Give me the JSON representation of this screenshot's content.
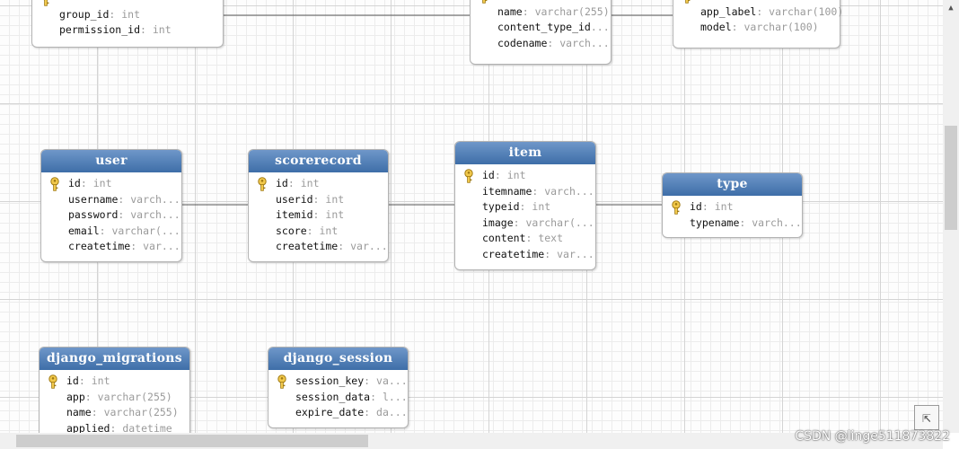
{
  "tables": [
    {
      "name": "",
      "fields": [
        {
          "name": "group_id",
          "type": "int"
        },
        {
          "name": "permission_id",
          "type": "int"
        }
      ]
    },
    {
      "name": "",
      "fields": [
        {
          "name": "name",
          "type": "varchar(255)"
        },
        {
          "name": "content_type_id",
          "type": "..."
        },
        {
          "name": "codename",
          "type": "varch..."
        }
      ]
    },
    {
      "name": "",
      "fields": [
        {
          "name": "app_label",
          "type": "varchar(100)"
        },
        {
          "name": "model",
          "type": "varchar(100)"
        }
      ]
    },
    {
      "name": "user",
      "fields": [
        {
          "name": "id",
          "type": "int",
          "pk": true
        },
        {
          "name": "username",
          "type": "varch..."
        },
        {
          "name": "password",
          "type": "varch..."
        },
        {
          "name": "email",
          "type": "varchar(..."
        },
        {
          "name": "createtime",
          "type": "var..."
        }
      ]
    },
    {
      "name": "scorerecord",
      "fields": [
        {
          "name": "id",
          "type": "int",
          "pk": true
        },
        {
          "name": "userid",
          "type": "int"
        },
        {
          "name": "itemid",
          "type": "int"
        },
        {
          "name": "score",
          "type": "int"
        },
        {
          "name": "createtime",
          "type": "var..."
        }
      ]
    },
    {
      "name": "item",
      "fields": [
        {
          "name": "id",
          "type": "int",
          "pk": true
        },
        {
          "name": "itemname",
          "type": "varch..."
        },
        {
          "name": "typeid",
          "type": "int"
        },
        {
          "name": "image",
          "type": "varchar(..."
        },
        {
          "name": "content",
          "type": "text"
        },
        {
          "name": "createtime",
          "type": "var..."
        }
      ]
    },
    {
      "name": "type",
      "fields": [
        {
          "name": "id",
          "type": "int",
          "pk": true
        },
        {
          "name": "typename",
          "type": "varch..."
        }
      ]
    },
    {
      "name": "django_migrations",
      "fields": [
        {
          "name": "id",
          "type": "int",
          "pk": true
        },
        {
          "name": "app",
          "type": "varchar(255)"
        },
        {
          "name": "name",
          "type": "varchar(255)"
        },
        {
          "name": "applied",
          "type": "datetime"
        }
      ]
    },
    {
      "name": "django_session",
      "fields": [
        {
          "name": "session_key",
          "type": "va...",
          "pk": true
        },
        {
          "name": "session_data",
          "type": "l..."
        },
        {
          "name": "expire_date",
          "type": "da..."
        }
      ]
    }
  ],
  "watermark": "CSDN @linge511873822"
}
